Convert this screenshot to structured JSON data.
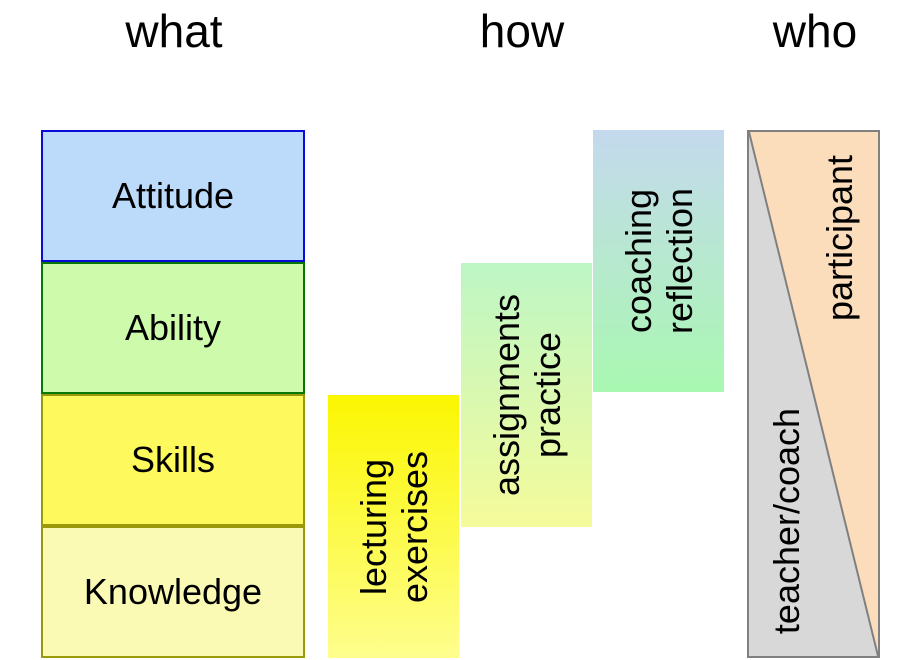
{
  "headers": {
    "what": "what",
    "how": "how",
    "who": "who"
  },
  "what_boxes": [
    {
      "label": "Attitude",
      "fill": "#BCDAFA",
      "border": "#0B0BD8"
    },
    {
      "label": "Ability",
      "fill": "#CEFBAB",
      "border": "#077807"
    },
    {
      "label": "Skills",
      "fill": "#FEF95C",
      "border": "#99990A"
    },
    {
      "label": "Knowledge",
      "fill": "#FAFAB4",
      "border": "#99990A"
    }
  ],
  "how_boxes": [
    {
      "line1": "lecturing",
      "line2": "exercises",
      "top_color": "#FBF600",
      "bottom_color": "#FEFE8E"
    },
    {
      "line1": "assignments",
      "line2": "practice",
      "top_color": "#BDF6C5",
      "bottom_color": "#F5FB9B"
    },
    {
      "line1": "coaching",
      "line2": "reflection",
      "top_color": "#C4D9ED",
      "bottom_color": "#A9F8B1"
    }
  ],
  "who_box": {
    "participant_label": "participant",
    "teacher_label": "teacher/coach",
    "participant_fill": "#FBDCBB",
    "teacher_fill": "#D8D8D8",
    "border_color": "#808080"
  },
  "text_color": "#000000",
  "background_color": "#FFFFFF"
}
